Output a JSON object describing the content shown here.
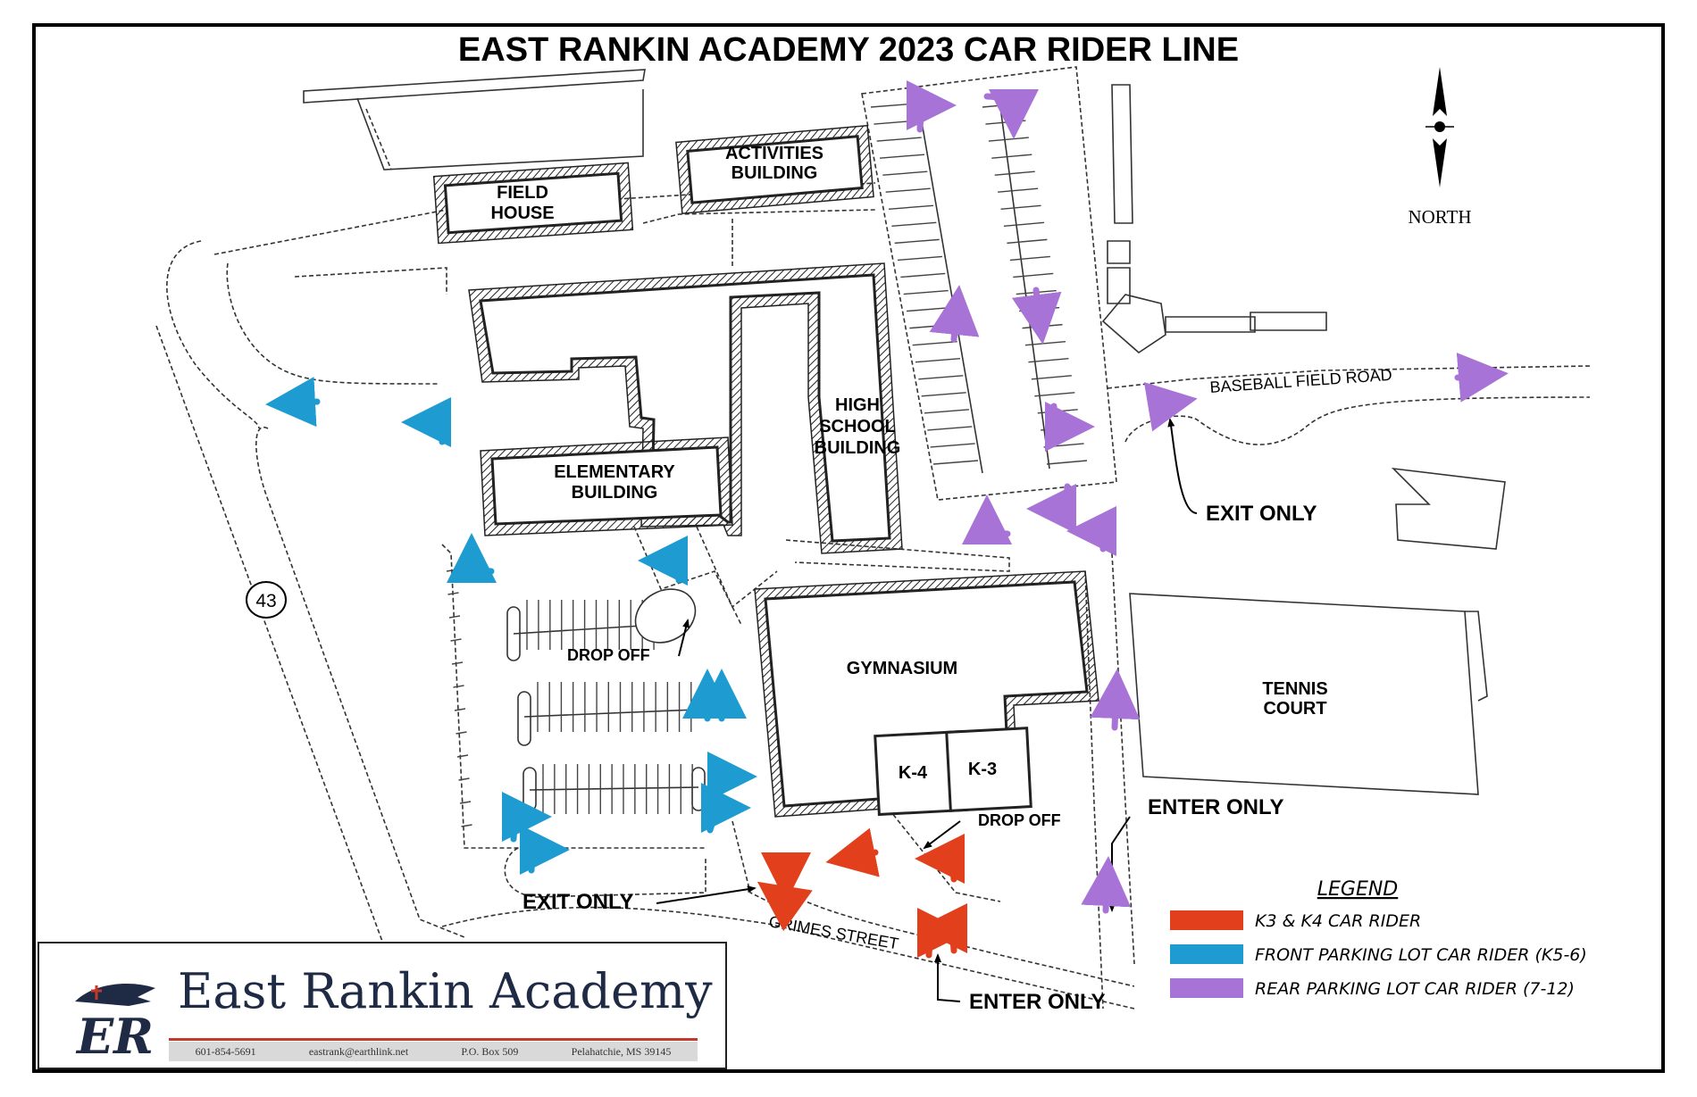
{
  "title": "EAST RANKIN ACADEMY 2023 CAR RIDER LINE",
  "compass": {
    "label": "NORTH"
  },
  "buildings": {
    "field_house": [
      "FIELD",
      "HOUSE"
    ],
    "activities": [
      "ACTIVITIES",
      "BUILDING"
    ],
    "elementary": [
      "ELEMENTARY",
      "BUILDING"
    ],
    "high_school": [
      "HIGH",
      "SCHOOL",
      "BUILDING"
    ],
    "gymnasium": "GYMNASIUM",
    "k4": "K-4",
    "k3": "K-3",
    "tennis": [
      "TENNIS",
      "COURT"
    ]
  },
  "route_number": "43",
  "roads": {
    "baseball": "BASEBALL FIELD ROAD",
    "grimes": "GRIMES STREET"
  },
  "signs": {
    "drop_off_front": "DROP OFF",
    "drop_off_k": "DROP OFF",
    "exit_only_baseball": "EXIT ONLY",
    "exit_only_grimes": "EXIT ONLY",
    "enter_only_east": "ENTER ONLY",
    "enter_only_grimes": "ENTER ONLY"
  },
  "legend": {
    "title": "LEGEND",
    "items": [
      {
        "label": "K3 & K4 CAR RIDER",
        "color": "#e2401c"
      },
      {
        "label": "FRONT PARKING LOT CAR RIDER (K5-6)",
        "color": "#1e9bd0"
      },
      {
        "label": "REAR PARKING LOT CAR RIDER (7-12)",
        "color": "#a873d6"
      }
    ]
  },
  "colors": {
    "k3k4": "#e2401c",
    "front": "#1e9bd0",
    "rear": "#a873d6"
  },
  "logo": {
    "name": "East Rankin Academy",
    "initials": "ER",
    "contact": [
      "601-854-5691",
      "eastrank@earthlink.net",
      "P.O. Box 509",
      "Pelahatchie, MS 39145"
    ]
  }
}
